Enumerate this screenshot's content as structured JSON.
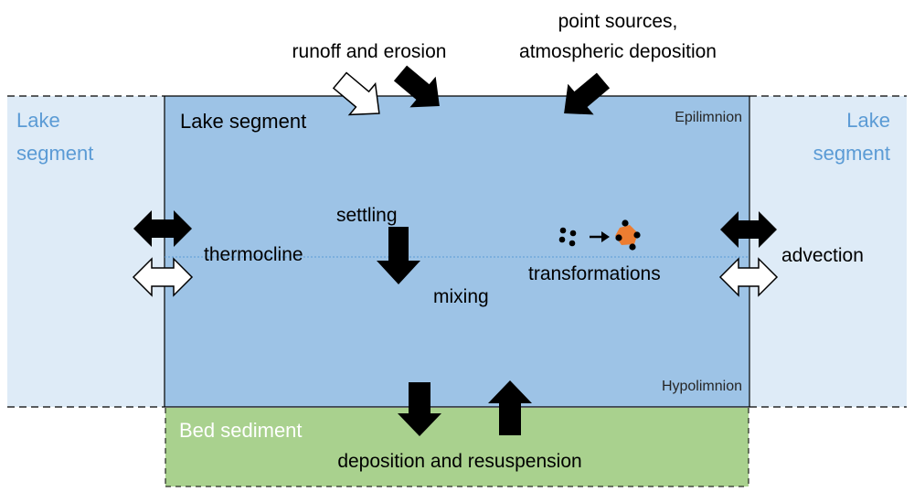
{
  "labels": {
    "top_runoff": "runoff and erosion",
    "top_point_line1": "point sources,",
    "top_point_line2": "atmospheric deposition",
    "left_lake_line1": "Lake",
    "left_lake_line2": "segment",
    "right_lake_line1": "Lake",
    "right_lake_line2": "segment",
    "main_lake": "Lake segment",
    "epilimnion": "Epilimnion",
    "hypolimnion": "Hypolimnion",
    "thermocline": "thermocline",
    "settling": "settling",
    "mixing": "mixing",
    "transformations": "transformations",
    "advection": "advection",
    "bed_sediment": "Bed sediment",
    "deposition": "deposition and resuspension"
  },
  "colors": {
    "main_lake_fill": "#9dc3e6",
    "side_lake_fill": "#deebf7",
    "side_lake_text": "#5b9bd5",
    "sediment_fill": "#a9d18e",
    "sediment_text": "#ffffff",
    "thermocline_line": "#5b9bd5",
    "particle_orange": "#ed7d31",
    "arrow_black": "#000000",
    "arrow_white": "#ffffff",
    "text_dark": "#000000",
    "text_muted": "#262626"
  }
}
